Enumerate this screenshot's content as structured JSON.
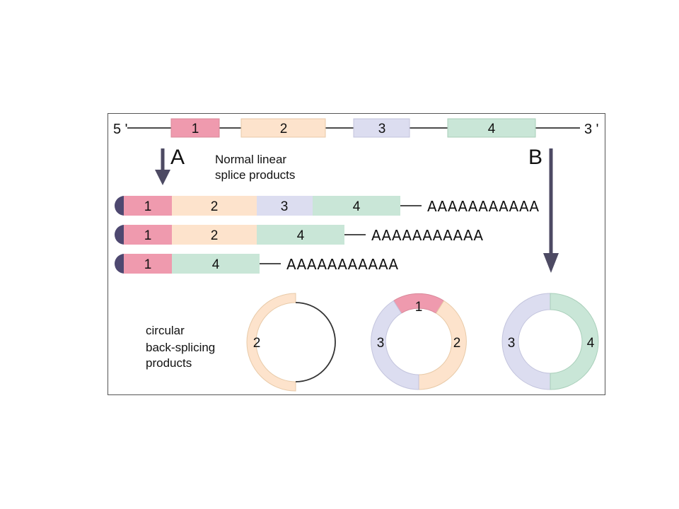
{
  "colors": {
    "exon1": "#ef9aae",
    "exon2": "#fde3cc",
    "exon3": "#dcddf0",
    "exon4": "#c9e6d7",
    "cap": "#4e4870",
    "line": "#333333",
    "arrow": "#4d4a63",
    "frame": "#555555"
  },
  "gene": {
    "five_prime": "5 '",
    "three_prime": "3 '",
    "exons": [
      "1",
      "2",
      "3",
      "4"
    ]
  },
  "pathways": {
    "a_label": "A",
    "b_label": "B"
  },
  "linear": {
    "title_line1": "Normal linear",
    "title_line2": "splice products",
    "poly_a": "AAAAAAAAAAA",
    "transcripts": [
      [
        "1",
        "2",
        "3",
        "4"
      ],
      [
        "1",
        "2",
        "4"
      ],
      [
        "1",
        "4"
      ]
    ]
  },
  "circular": {
    "title_line1": "circular",
    "title_line2": "back-splicing",
    "title_line3": "products",
    "circles": [
      [
        "2"
      ],
      [
        "1",
        "2",
        "3"
      ],
      [
        "3",
        "4"
      ]
    ]
  }
}
